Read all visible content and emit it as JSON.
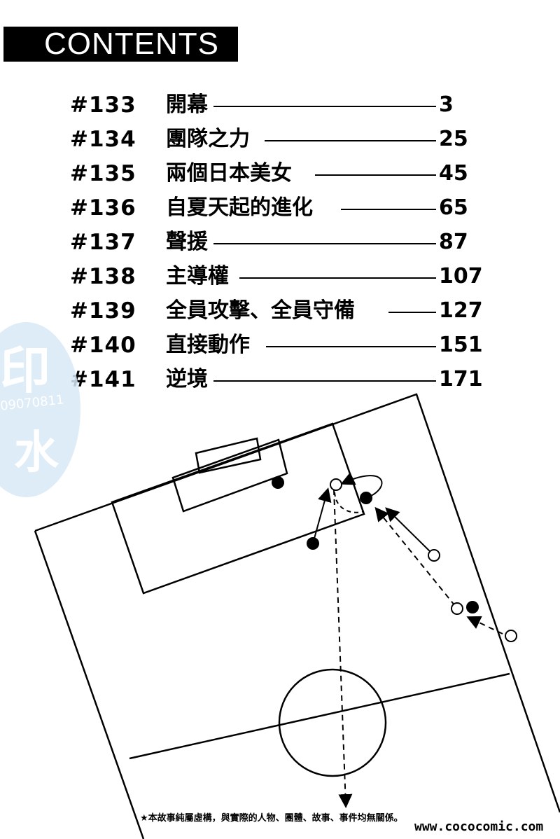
{
  "header": {
    "title": "CONTENTS"
  },
  "toc": [
    {
      "num": "#133",
      "title": "開幕",
      "page": "3"
    },
    {
      "num": "#134",
      "title": "團隊之力",
      "page": "25"
    },
    {
      "num": "#135",
      "title": "兩個日本美女",
      "page": "45"
    },
    {
      "num": "#136",
      "title": "自夏天起的進化",
      "page": "65"
    },
    {
      "num": "#137",
      "title": "聲援",
      "page": "87"
    },
    {
      "num": "#138",
      "title": "主導權",
      "page": "107"
    },
    {
      "num": "#139",
      "title": "全員攻擊、全員守備",
      "page": "127"
    },
    {
      "num": "#140",
      "title": "直接動作",
      "page": "151"
    },
    {
      "num": "#141",
      "title": "逆境",
      "page": "171"
    }
  ],
  "watermark": {
    "line1": "印",
    "line2": "09070811",
    "line3": "水"
  },
  "footer": {
    "disclaimer": "★本故事純屬虛構，與實際的人物、團體、故事、事件均無關係。",
    "site": "www.cococomic.com"
  }
}
